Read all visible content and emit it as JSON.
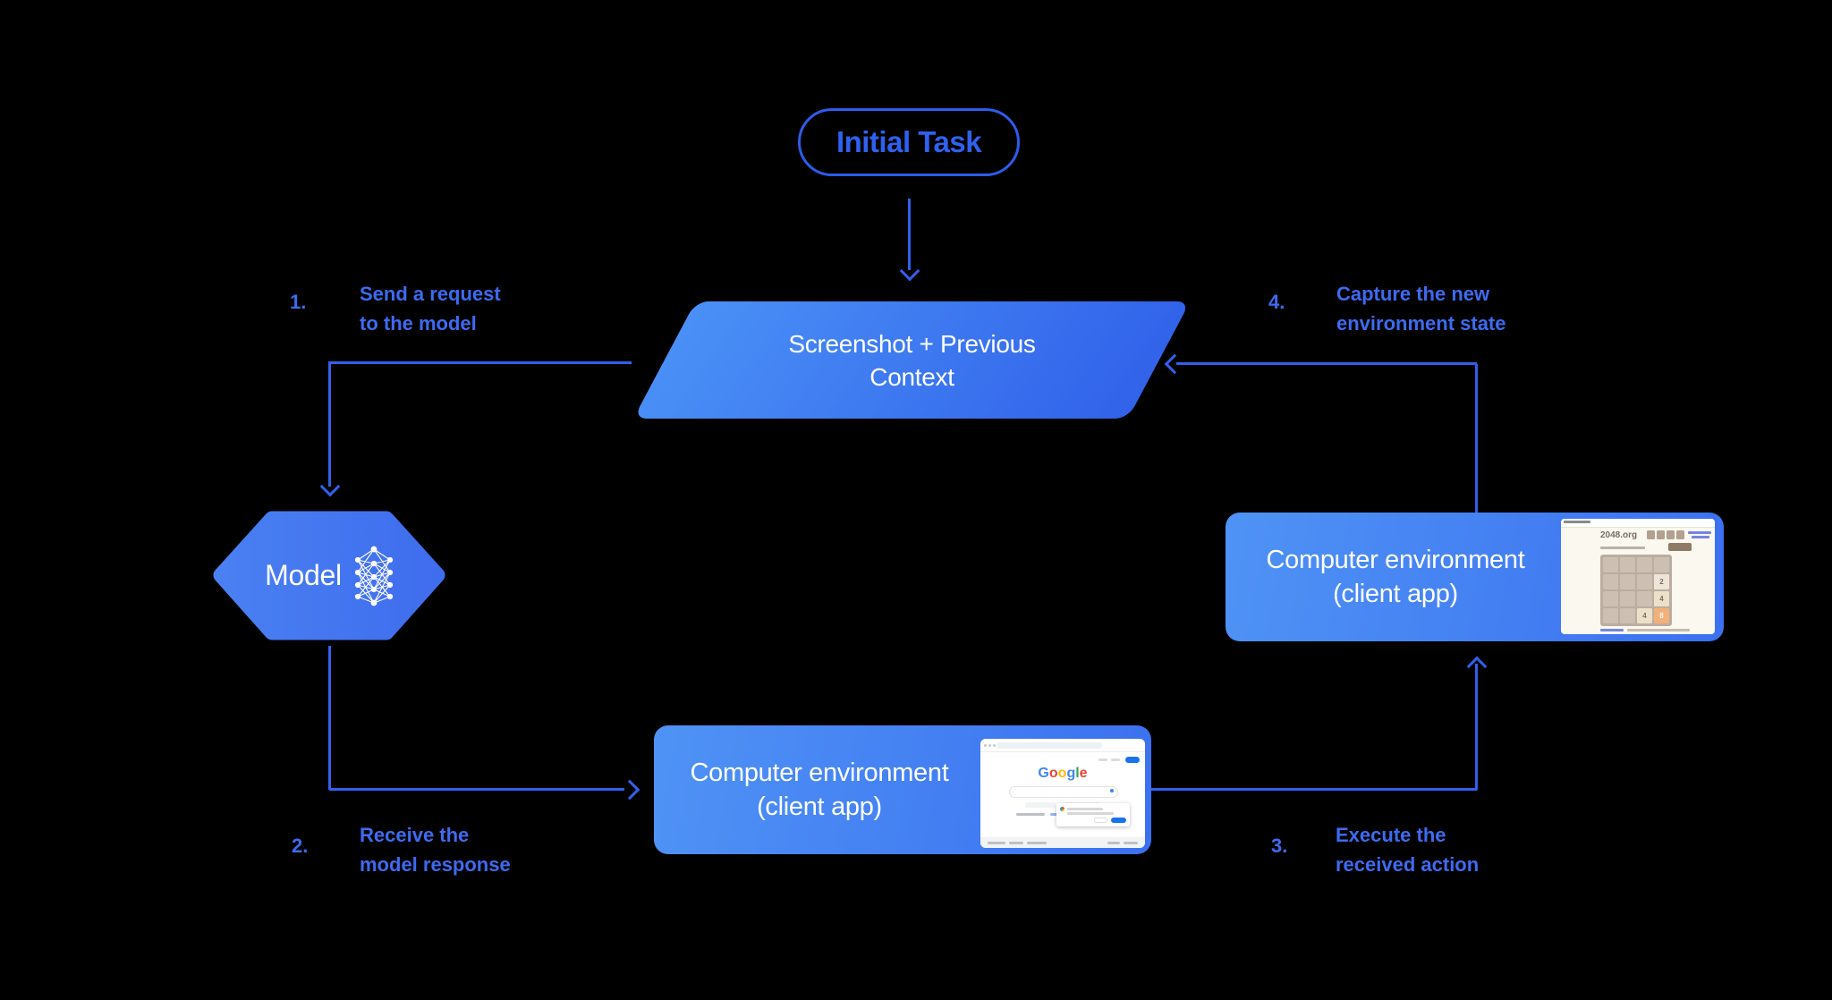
{
  "colors": {
    "background": "#000000",
    "connector_blue": "#3160eb",
    "label_blue": "#3d6bf0",
    "pill_blue": "#2e61ed",
    "shape_gradient_start": "#4f93f5",
    "shape_gradient_end": "#3b70f0",
    "text_white": "#ffffff"
  },
  "nodes": {
    "initial_task": {
      "label": "Initial Task"
    },
    "screenshot_context": {
      "line1": "Screenshot + Previous",
      "line2": "Context"
    },
    "model": {
      "label": "Model",
      "icon": "neural-network-icon"
    },
    "env_bottom": {
      "line1": "Computer environment",
      "line2": "(client app)",
      "screenshot": "google-search-page"
    },
    "env_right": {
      "line1": "Computer environment",
      "line2": "(client app)",
      "screenshot": "2048-game-page"
    }
  },
  "steps": [
    {
      "num": "1.",
      "line1": "Send a request",
      "line2": "to the model"
    },
    {
      "num": "2.",
      "line1": "Receive the",
      "line2": "model response"
    },
    {
      "num": "3.",
      "line1": "Execute the",
      "line2": "received action"
    },
    {
      "num": "4.",
      "line1": "Capture the new",
      "line2": "environment state"
    }
  ],
  "google_shot": {
    "logo": [
      {
        "ch": "G",
        "color": "#4285F4"
      },
      {
        "ch": "o",
        "color": "#EA4335"
      },
      {
        "ch": "o",
        "color": "#FBBC05"
      },
      {
        "ch": "g",
        "color": "#4285F4"
      },
      {
        "ch": "l",
        "color": "#34A853"
      },
      {
        "ch": "e",
        "color": "#EA4335"
      }
    ]
  },
  "game_shot": {
    "title": "2048.org",
    "tiles": [
      "",
      "",
      "",
      "",
      "",
      "",
      "",
      "2",
      "",
      "",
      "",
      "4",
      "",
      "",
      "4",
      "8"
    ],
    "tile_styles": {
      "": {
        "bg": "#ccc0b3",
        "fg": "#ccc0b3"
      },
      "2": {
        "bg": "#eee4da",
        "fg": "#776e65"
      },
      "4": {
        "bg": "#ede0c8",
        "fg": "#776e65"
      },
      "8": {
        "bg": "#f2b179",
        "fg": "#f9f6f2"
      }
    }
  }
}
